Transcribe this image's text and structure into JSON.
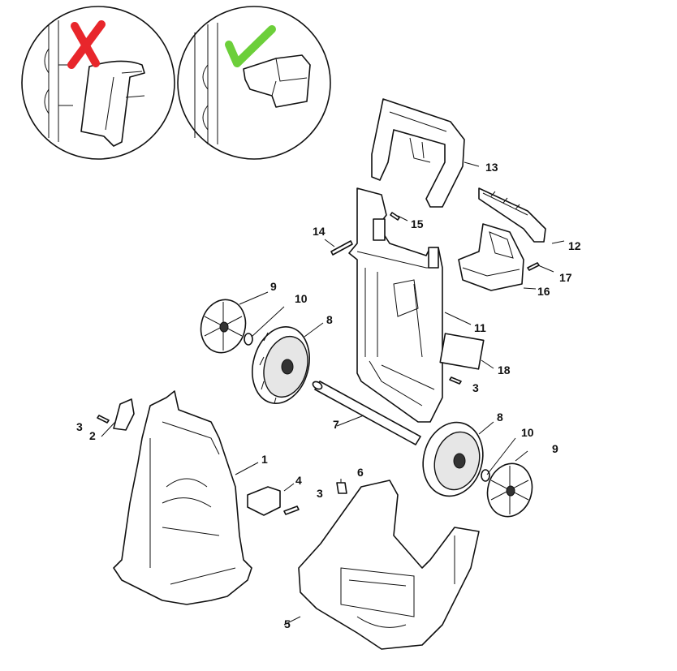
{
  "colors": {
    "wrong_mark": "#e8262b",
    "right_mark": "#6ccf3a",
    "line": "#111111",
    "background": "#ffffff"
  },
  "detail_views": [
    {
      "name": "incorrect-mounting",
      "icon": "cross-icon"
    },
    {
      "name": "correct-mounting",
      "icon": "checkmark-icon"
    }
  ],
  "callouts": {
    "c1": "1",
    "c2": "2",
    "c3a": "3",
    "c3b": "3",
    "c3c": "3",
    "c4": "4",
    "c5": "5",
    "c6": "6",
    "c7": "7",
    "c8a": "8",
    "c8b": "8",
    "c9a": "9",
    "c9b": "9",
    "c10a": "10",
    "c10b": "10",
    "c11": "11",
    "c12": "12",
    "c13": "13",
    "c14": "14",
    "c15": "15",
    "c16": "16",
    "c17": "17",
    "c18": "18"
  }
}
